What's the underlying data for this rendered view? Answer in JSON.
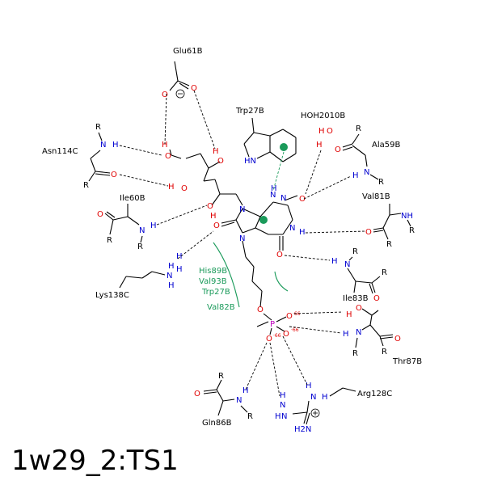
{
  "title": "1w29_2:TS1",
  "residues": {
    "glu61b": "Glu61B",
    "trp27b": "Trp27B",
    "hoh2010b": "HOH2010B",
    "asn114c": "Asn114C",
    "ala59b": "Ala59B",
    "ile60b": "Ile60B",
    "val81b": "Val81B",
    "lys138c": "Lys138C",
    "ile83b": "Ile83B",
    "thr87b": "Thr87B",
    "arg128c": "Arg128C",
    "gln86b": "Gln86B"
  },
  "hydrophobic_contacts": [
    "His89B",
    "Val93B",
    "Trp27B",
    "Val82B"
  ],
  "distance_labels": {
    "d1": "66",
    "d2": "66",
    "d3": "66"
  },
  "atoms": {
    "O": "O",
    "N": "N",
    "H": "H",
    "P": "P",
    "R": "R",
    "HN": "HN",
    "NH": "NH",
    "H2N": "H2N"
  },
  "colors": {
    "bond": "#000000",
    "oxygen": "#e00000",
    "nitrogen": "#0000d0",
    "phosphorus": "#c000c0",
    "hydrophobic": "#1a9a5a"
  }
}
